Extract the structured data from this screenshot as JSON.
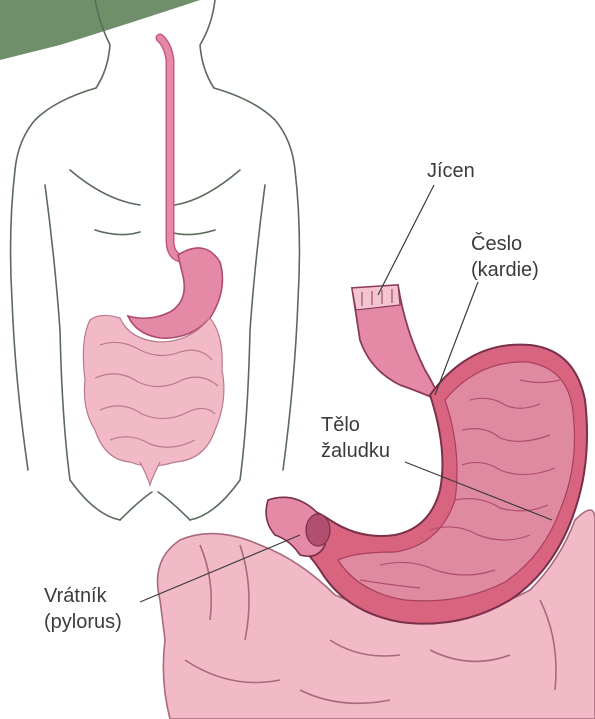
{
  "colors": {
    "corner_band": "#6f8f6b",
    "outline": "#5b6b5b",
    "organ_pink": "#e58aa6",
    "organ_dark": "#c9587e",
    "intestine_pink": "#f2b9c6",
    "stomach_inner": "#d8647f"
  },
  "labels": {
    "esophagus": "Jícen",
    "cardia_line1": "Česlo",
    "cardia_line2": "(kardie)",
    "body_line1": "Tělo",
    "body_line2": "žaludku",
    "pylorus_line1": "Vrátník",
    "pylorus_line2": "(pylorus)"
  }
}
